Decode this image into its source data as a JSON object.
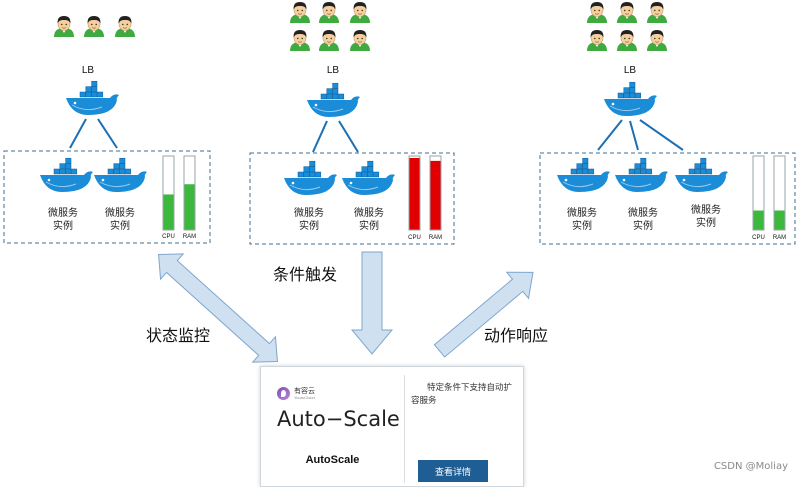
{
  "clusters": [
    {
      "lb_label": "LB",
      "service_labels": [
        [
          "微服务",
          "实例"
        ],
        [
          "微服务",
          "实例"
        ]
      ],
      "cpu_label": "CPU",
      "ram_label": "RAM",
      "cpu_level": 0.48,
      "ram_level": 0.62,
      "bar_color": "#3cb83c"
    },
    {
      "lb_label": "LB",
      "service_labels": [
        [
          "微服务",
          "实例"
        ],
        [
          "微服务",
          "实例"
        ]
      ],
      "cpu_label": "CPU",
      "ram_label": "RAM",
      "cpu_level": 0.98,
      "ram_level": 0.94,
      "bar_color": "#e00000"
    },
    {
      "lb_label": "LB",
      "service_labels": [
        [
          "微服务",
          "实例"
        ],
        [
          "微服务",
          "实例"
        ],
        [
          "微服务",
          "实例"
        ]
      ],
      "cpu_label": "CPU",
      "ram_label": "RAM",
      "cpu_level": 0.26,
      "ram_level": 0.26,
      "bar_color": "#3cb83c"
    }
  ],
  "arrows": {
    "left": "状态监控",
    "middle": "条件触发",
    "right": "动作响应"
  },
  "card": {
    "brand_name": "有容云",
    "brand_sub": "YouruCloud",
    "title": "Auto−Scale",
    "subtitle": "AutoScale",
    "description": "特定条件下支持自动扩容服务",
    "button": "查看详情"
  },
  "watermark": "CSDN @Moliay",
  "colors": {
    "docker_blue": "#1a8cd8",
    "arrow_fill": "#cfe0f1",
    "arrow_stroke": "#7fa6cc",
    "dash_border": "#3f6f8f",
    "button_bg": "#1f5e95"
  }
}
